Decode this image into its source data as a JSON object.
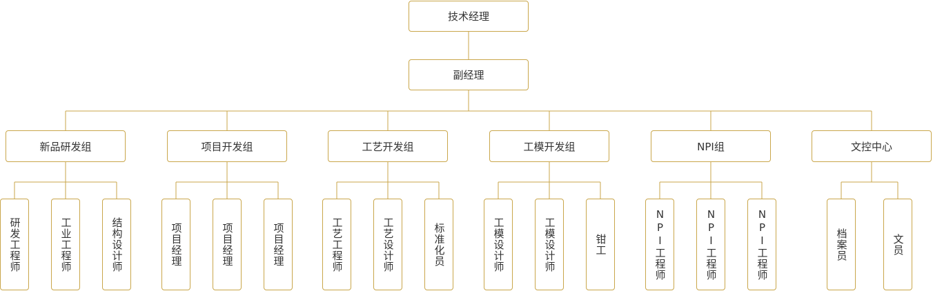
{
  "line_color": "#c9a64a",
  "top": {
    "label": "技术经理"
  },
  "deputy": {
    "label": "副经理"
  },
  "groups": [
    {
      "label": "新品研发组",
      "members": [
        "研发工程师",
        "工业工程师",
        "结构设计师"
      ]
    },
    {
      "label": "项目开发组",
      "members": [
        "项目经理",
        "项目经理",
        "项目经理"
      ]
    },
    {
      "label": "工艺开发组",
      "members": [
        "工艺工程师",
        "工艺设计师",
        "标准化员"
      ]
    },
    {
      "label": "工模开发组",
      "members": [
        "工模设计师",
        "工模设计师",
        "钳工"
      ]
    },
    {
      "label": "NPI组",
      "members": [
        "NPI工程师",
        "NPI工程师",
        "NPI工程师"
      ]
    },
    {
      "label": "文控中心",
      "members": [
        "档案员",
        "文员"
      ]
    }
  ]
}
